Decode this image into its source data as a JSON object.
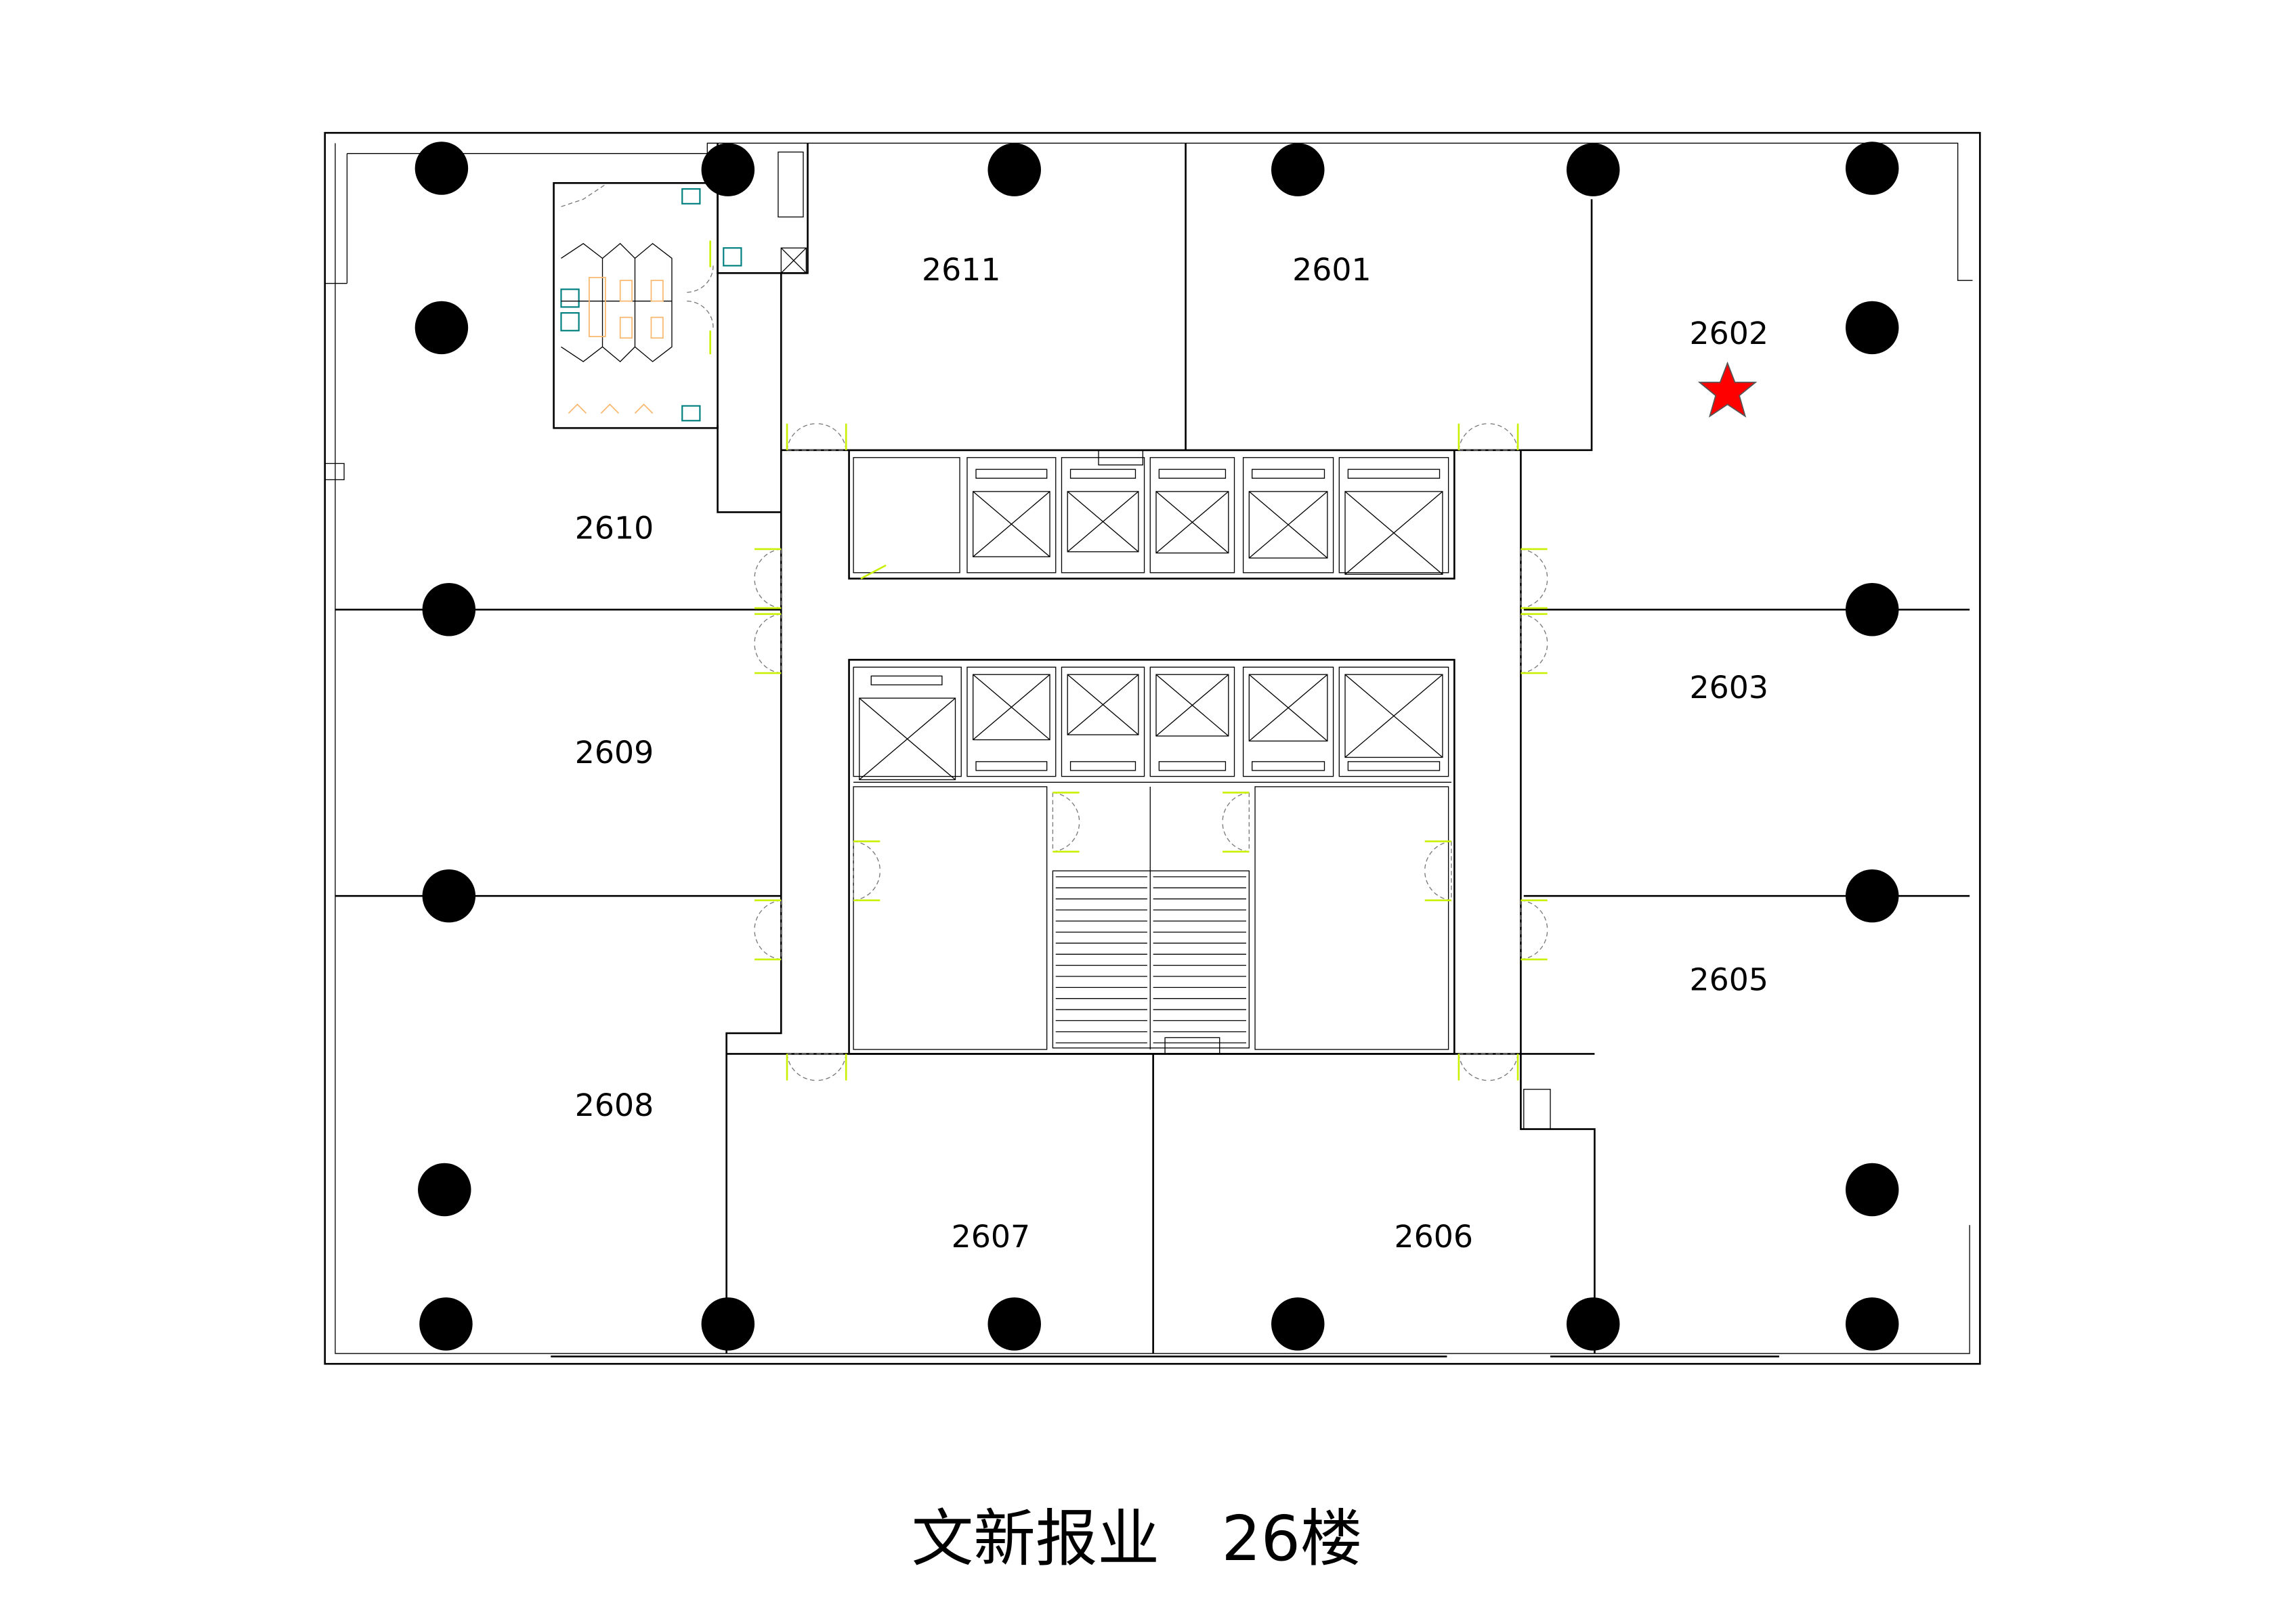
{
  "plan": {
    "title": "文新报业　26楼",
    "rooms": [
      "2601",
      "2602",
      "2603",
      "2605",
      "2606",
      "2607",
      "2608",
      "2609",
      "2610",
      "2611"
    ],
    "marker": {
      "room": "2602",
      "icon": "star-icon",
      "color": "#ff0000"
    },
    "colors": {
      "door_leaf": "#c8f000",
      "fixture_teal": "#008080",
      "fixture_orange": "#f8b870"
    }
  }
}
